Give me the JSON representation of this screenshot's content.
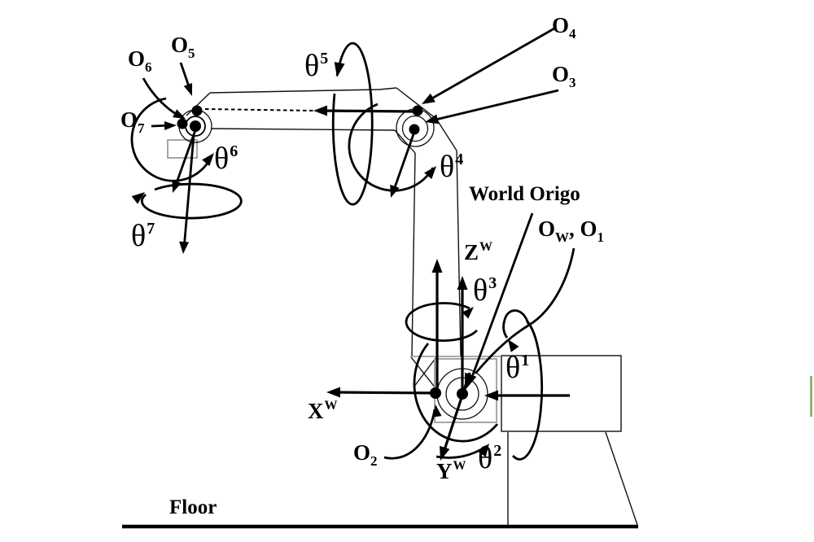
{
  "figure": {
    "kind": "robot-arm-joint-diagram",
    "floor_label": "Floor",
    "world_origin_label": "World Origo"
  },
  "colors": {
    "ink": "#000000",
    "structure_gray": "#8f8f8f",
    "background": "#ffffff",
    "right_edge_artifact_green": "#7da559"
  },
  "labels": {
    "o5": {
      "base": "O",
      "sub": "5"
    },
    "o6": {
      "base": "O",
      "sub": "6"
    },
    "o7": {
      "base": "O",
      "sub": "7"
    },
    "o4": {
      "base": "O",
      "sub": "4"
    },
    "o3": {
      "base": "O",
      "sub": "3"
    },
    "o2": {
      "base": "O",
      "sub": "2"
    },
    "ow_o1": {
      "base1": "O",
      "sub1": "W",
      "separator": ", ",
      "base2": "O",
      "sub2": "1"
    },
    "theta1": {
      "base": "θ",
      "sup": "1"
    },
    "theta2": {
      "base": "θ",
      "sup": "2"
    },
    "theta3": {
      "base": "θ",
      "sup": "3"
    },
    "theta4": {
      "base": "θ",
      "sup": "4"
    },
    "theta5": {
      "base": "θ",
      "sup": "5"
    },
    "theta6": {
      "base": "θ",
      "sup": "6"
    },
    "theta7": {
      "base": "θ",
      "sup": "7"
    },
    "x_axis": {
      "base": "X",
      "sup": "W"
    },
    "y_axis": {
      "base": "Y",
      "sup": "W"
    },
    "z_axis": {
      "base": "Z",
      "sup": "W"
    },
    "world_origo": {
      "text": "World Origo"
    },
    "floor": {
      "text": "Floor"
    }
  }
}
